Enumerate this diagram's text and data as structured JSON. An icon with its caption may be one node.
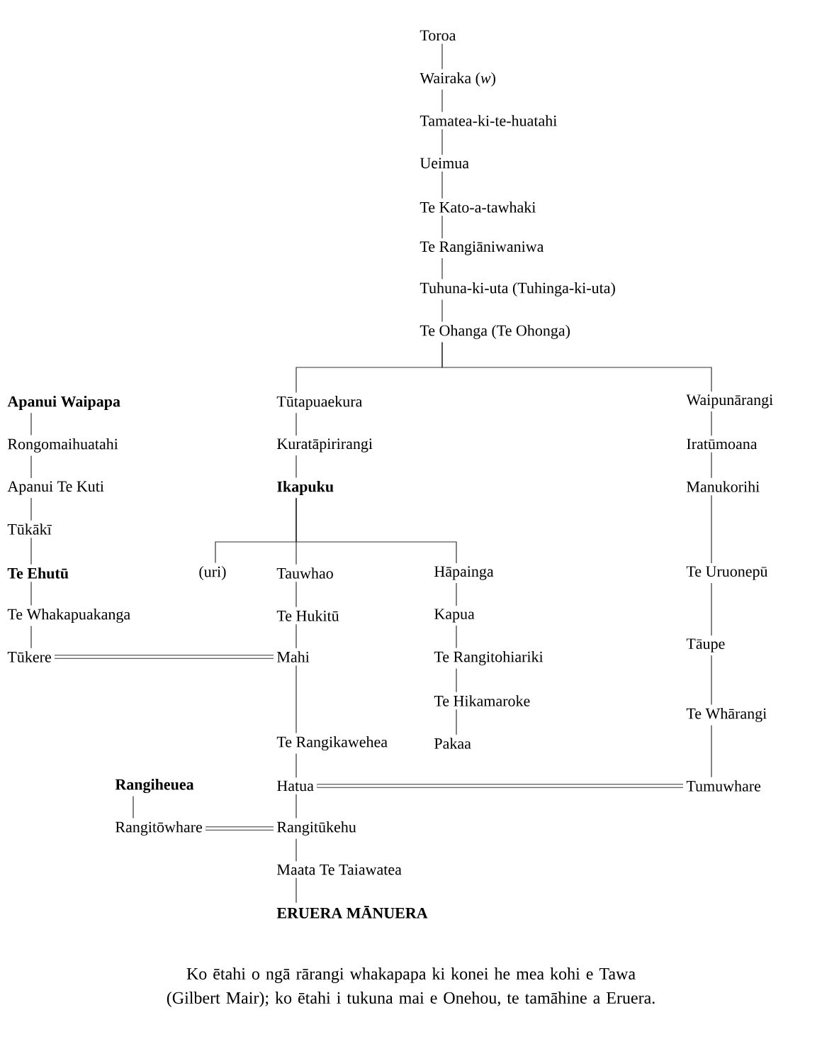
{
  "diagram": {
    "caption": "Ko ētahi o ngā rārangi whakapapa ki konei he mea kohi e Tawa (Gilbert Mair); ko ētahi i tukuna mai e Onehou, te tamāhine a Eruera.",
    "nodes": [
      {
        "text": [
          "Toroa"
        ]
      },
      {
        "text": [
          "Wairaka (*w*)"
        ]
      },
      {
        "text": [
          "Tamatea-ki-te-huatahi"
        ]
      },
      {
        "text": [
          "Ueimua"
        ]
      },
      {
        "text": [
          "Te Kato-a-tawhaki"
        ]
      },
      {
        "text": [
          "Te Rangiāniwaniwa"
        ]
      },
      {
        "text": [
          "Tuhuna-ki-uta (Tuhinga-ki-uta)"
        ]
      },
      {
        "text": [
          "Te Ohanga (Te Ohonga)"
        ]
      },
      {
        "text": [
          "Tūtapuaekura"
        ]
      },
      {
        "text": [
          "Kuratāpirirangi"
        ]
      },
      {
        "text": [
          "Ikapuku"
        ]
      },
      {
        "text": [
          "(uri)"
        ]
      },
      {
        "text": [
          "Tauwhao"
        ]
      },
      {
        "text": [
          "Te Hukitū"
        ]
      },
      {
        "text": [
          "Mahi"
        ]
      },
      {
        "text": [
          "Te Rangikawehea"
        ]
      },
      {
        "text": [
          "Hatua"
        ]
      },
      {
        "text": [
          "Rangitūkehu"
        ]
      },
      {
        "text": [
          "Maata Te Taiawatea"
        ]
      },
      {
        "text": [
          "ERUERA MĀNUERA"
        ]
      },
      {
        "text": [
          "Hāpainga"
        ]
      },
      {
        "text": [
          "Kapua"
        ]
      },
      {
        "text": [
          "Te Rangitohiariki"
        ]
      },
      {
        "text": [
          "Te Hikamaroke"
        ]
      },
      {
        "text": [
          "Pakaa"
        ]
      },
      {
        "text": [
          "Waipunārangi"
        ]
      },
      {
        "text": [
          "Iratūmoana"
        ]
      },
      {
        "text": [
          "Manukorihi"
        ]
      },
      {
        "text": [
          "Te Uruonepū"
        ]
      },
      {
        "text": [
          "Tāupe"
        ]
      },
      {
        "text": [
          "Te Whārangi"
        ]
      },
      {
        "text": [
          "Tumuwhare"
        ]
      },
      {
        "text": [
          "Apanui Waipapa"
        ]
      },
      {
        "text": [
          "Rongomaihuatahi"
        ]
      },
      {
        "text": [
          "Apanui Te Kuti"
        ]
      },
      {
        "text": [
          "Tūkākī"
        ]
      },
      {
        "text": [
          "Te Ehutū"
        ]
      },
      {
        "text": [
          "Te Whakapuakanga"
        ]
      },
      {
        "text": [
          "Tūkere"
        ]
      },
      {
        "text": [
          "Rangiheuea"
        ]
      },
      {
        "text": [
          "Rangitōwhare"
        ]
      }
    ],
    "edges": [
      {
        "from": 0,
        "to": 1,
        "arrow": "none"
      },
      {
        "from": 1,
        "to": 2,
        "arrow": "none"
      },
      {
        "from": 2,
        "to": 3,
        "arrow": "none"
      },
      {
        "from": 3,
        "to": 4,
        "arrow": "none"
      },
      {
        "from": 4,
        "to": 5,
        "arrow": "none"
      },
      {
        "from": 5,
        "to": 6,
        "arrow": "none"
      },
      {
        "from": 6,
        "to": 7,
        "arrow": "none"
      },
      {
        "from": 7,
        "to": 8,
        "arrow": "none"
      },
      {
        "from": 7,
        "to": 25,
        "arrow": "none"
      },
      {
        "from": 8,
        "to": 9,
        "arrow": "none"
      },
      {
        "from": 9,
        "to": 10,
        "arrow": "none"
      },
      {
        "from": 10,
        "to": 11,
        "arrow": "none"
      },
      {
        "from": 10,
        "to": 12,
        "arrow": "none"
      },
      {
        "from": 10,
        "to": 20,
        "arrow": "none"
      },
      {
        "from": 12,
        "to": 13,
        "arrow": "none"
      },
      {
        "from": 13,
        "to": 14,
        "arrow": "none"
      },
      {
        "from": 14,
        "to": 15,
        "arrow": "none"
      },
      {
        "from": 15,
        "to": 16,
        "arrow": "none"
      },
      {
        "from": 16,
        "to": 17,
        "arrow": "none"
      },
      {
        "from": 17,
        "to": 18,
        "arrow": "none"
      },
      {
        "from": 18,
        "to": 19,
        "arrow": "none"
      },
      {
        "from": 20,
        "to": 21,
        "arrow": "none"
      },
      {
        "from": 21,
        "to": 22,
        "arrow": "none"
      },
      {
        "from": 22,
        "to": 23,
        "arrow": "none"
      },
      {
        "from": 23,
        "to": 24,
        "arrow": "none"
      },
      {
        "from": 25,
        "to": 26,
        "arrow": "none"
      },
      {
        "from": 26,
        "to": 27,
        "arrow": "none"
      },
      {
        "from": 27,
        "to": 28,
        "arrow": "none"
      },
      {
        "from": 28,
        "to": 29,
        "arrow": "none"
      },
      {
        "from": 29,
        "to": 30,
        "arrow": "none"
      },
      {
        "from": 30,
        "to": 31,
        "arrow": "none"
      },
      {
        "from": 32,
        "to": 33,
        "arrow": "none"
      },
      {
        "from": 33,
        "to": 34,
        "arrow": "none"
      },
      {
        "from": 34,
        "to": 35,
        "arrow": "none"
      },
      {
        "from": 35,
        "to": 36,
        "arrow": "none"
      },
      {
        "from": 36,
        "to": 37,
        "arrow": "none"
      },
      {
        "from": 37,
        "to": 38,
        "arrow": "none"
      },
      {
        "from": 39,
        "to": 40,
        "arrow": "none"
      },
      {
        "from": 38,
        "to": 14,
        "arrow": "none",
        "style": "thick"
      },
      {
        "from": 16,
        "to": 31,
        "arrow": "none",
        "style": "thick"
      },
      {
        "from": 40,
        "to": 17,
        "arrow": "none",
        "style": "thick"
      }
    ]
  }
}
